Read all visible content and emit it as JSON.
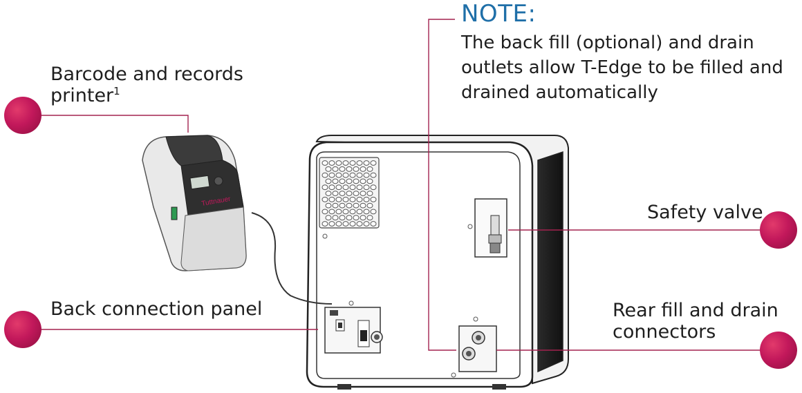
{
  "labels": {
    "printer": "Barcode and records printer",
    "printer_footnote": "1",
    "back_panel": "Back connection panel",
    "safety_valve": "Safety valve",
    "rear_fill_line1": "Rear fill and drain",
    "rear_fill_line2": "connectors"
  },
  "note": {
    "title": "NOTE:",
    "body": "The back fill (optional) and drain outlets allow T-Edge to be filled and drained automatically"
  },
  "printer_brand": "Tuttnauer",
  "colors": {
    "accent": "#c2185b",
    "note_title": "#1f6fa8",
    "leader_line": "#a3224f"
  }
}
